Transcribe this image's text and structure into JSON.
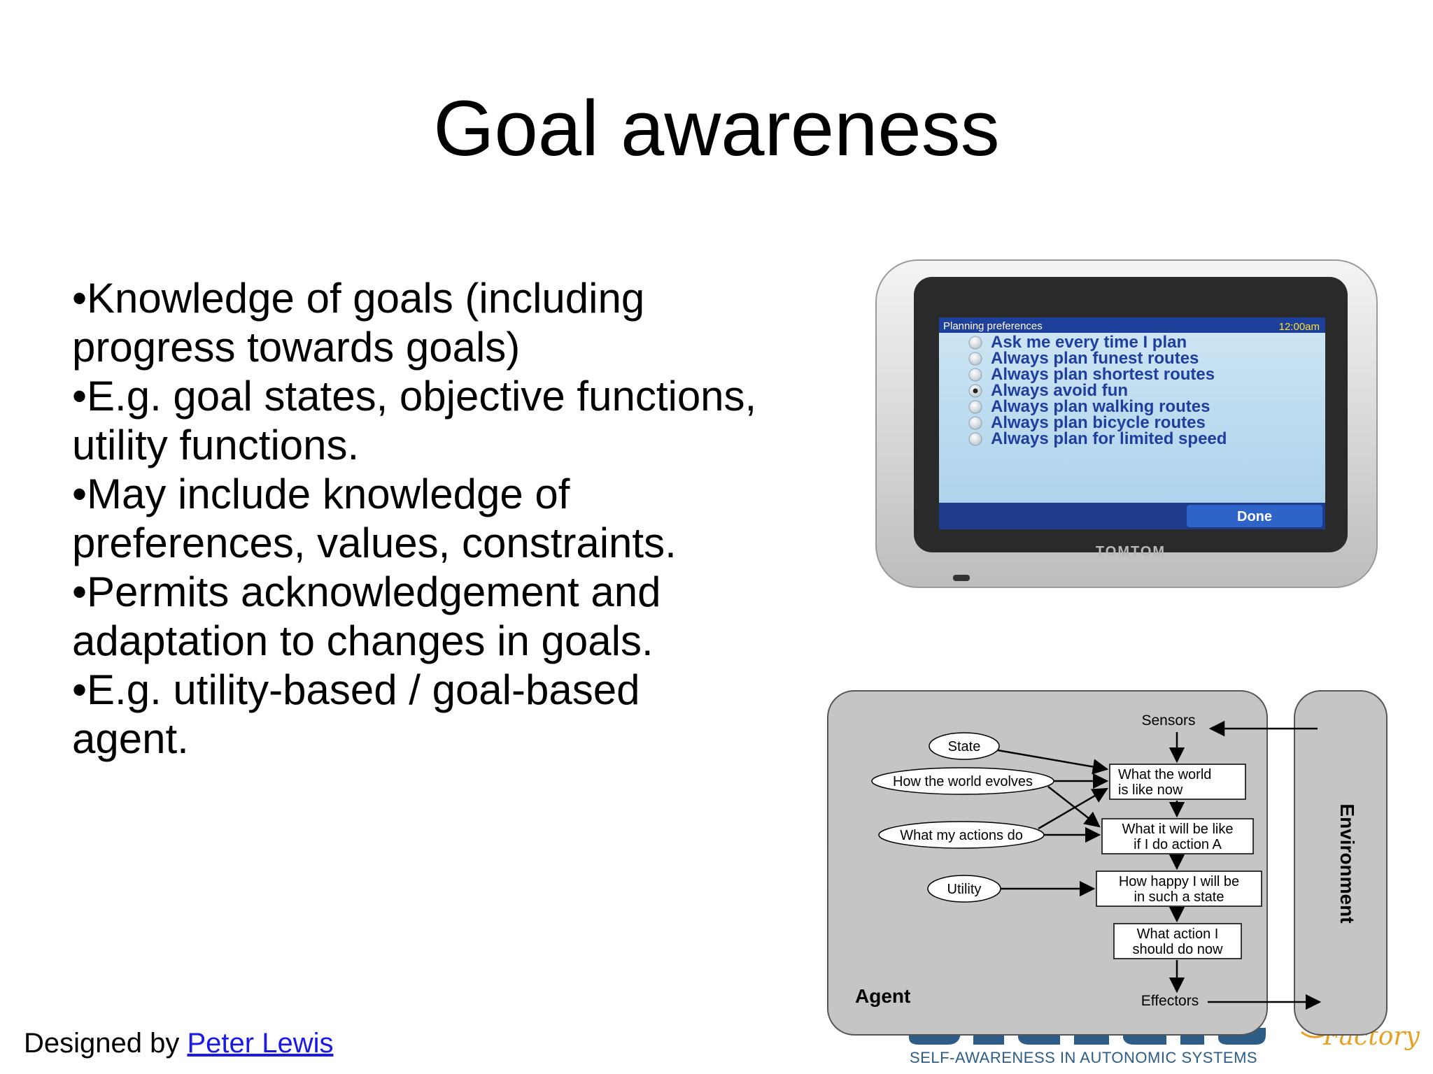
{
  "slide": {
    "title": "Goal awareness",
    "bullets": [
      "•Knowledge of goals (including",
      "progress towards goals)",
      "•E.g. goal states, objective functions,",
      "utility functions.",
      "•May include knowledge of",
      "preferences, values, constraints.",
      "•Permits acknowledgement and",
      "adaptation to changes in goals.",
      "•E.g. utility-based / goal-based",
      "agent."
    ],
    "footer_prefix": "Designed by ",
    "footer_link": "Peter Lewis"
  },
  "gps": {
    "header": "Planning preferences",
    "time": "12:00am",
    "options": [
      "Ask me every time I plan",
      "Always plan funest routes",
      "Always plan shortest routes",
      "Always avoid fun",
      "Always plan walking routes",
      "Always plan bicycle routes",
      "Always plan for limited speed"
    ],
    "selected_index": 3,
    "done": "Done",
    "brand": "TOMTOM"
  },
  "diagram": {
    "sensors": "Sensors",
    "effectors": "Effectors",
    "agent": "Agent",
    "environment": "Environment",
    "state": "State",
    "how_world_evolves": "How the world evolves",
    "what_my_actions_do": "What my actions do",
    "utility": "Utility",
    "world_now_1": "What the world",
    "world_now_2": "is like now",
    "will_be_1": "What it will be like",
    "will_be_2": "if I do action A",
    "happy_1": "How happy I will be",
    "happy_2": "in such a state",
    "action_1": "What action I",
    "action_2": "should do now"
  },
  "brand": {
    "tagline": "SELF-AWARENESS IN AUTONOMIC SYSTEMS",
    "colors": {
      "blue": "#2d5d86",
      "orange": "#e8a020"
    }
  }
}
